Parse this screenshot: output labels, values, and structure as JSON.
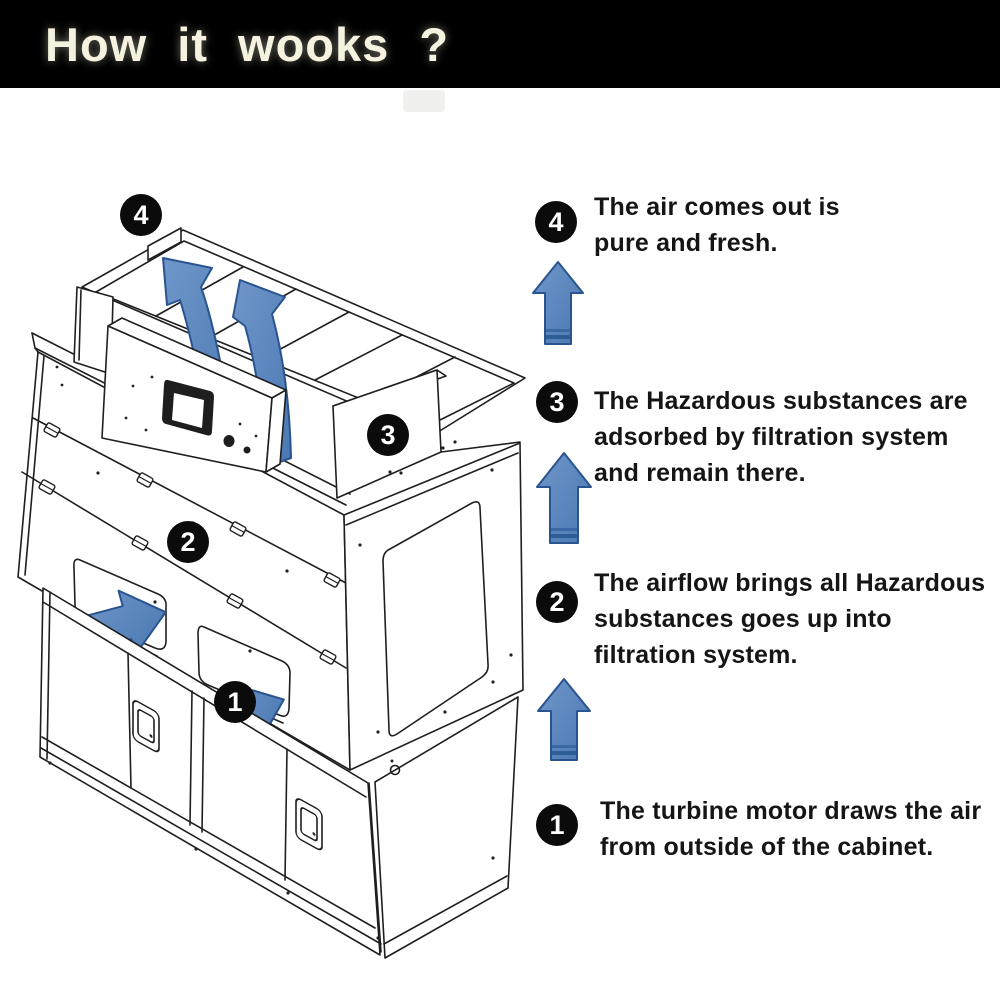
{
  "banner": {
    "title": "How it wooks ?"
  },
  "steps": [
    {
      "number": "4",
      "lines": [
        "The air comes out is",
        "pure and fresh."
      ]
    },
    {
      "number": "3",
      "lines": [
        "The Hazardous substances are",
        "adsorbed by filtration system",
        "and remain there."
      ]
    },
    {
      "number": "2",
      "lines": [
        "The airflow brings all Hazardous",
        "substances goes up into",
        "filtration system."
      ]
    },
    {
      "number": "1",
      "lines": [
        "The turbine motor draws the air",
        "from outside of the cabinet."
      ]
    }
  ],
  "diagram": {
    "badges": [
      {
        "number": "4"
      },
      {
        "number": "3"
      },
      {
        "number": "2"
      },
      {
        "number": "1"
      }
    ]
  },
  "colors": {
    "banner_background": "#000000",
    "title_text": "#f5f2e0",
    "body_text": "#151515",
    "badge_background": "#0b0b0b",
    "badge_text": "#ffffff",
    "arrow_fill": "#5581b8",
    "arrow_fill_light": "#7097ca",
    "arrow_outline": "#2a548f",
    "arrow_shade": "#2e5c97",
    "line_art": "#1f1f1f",
    "background": "#ffffff"
  }
}
